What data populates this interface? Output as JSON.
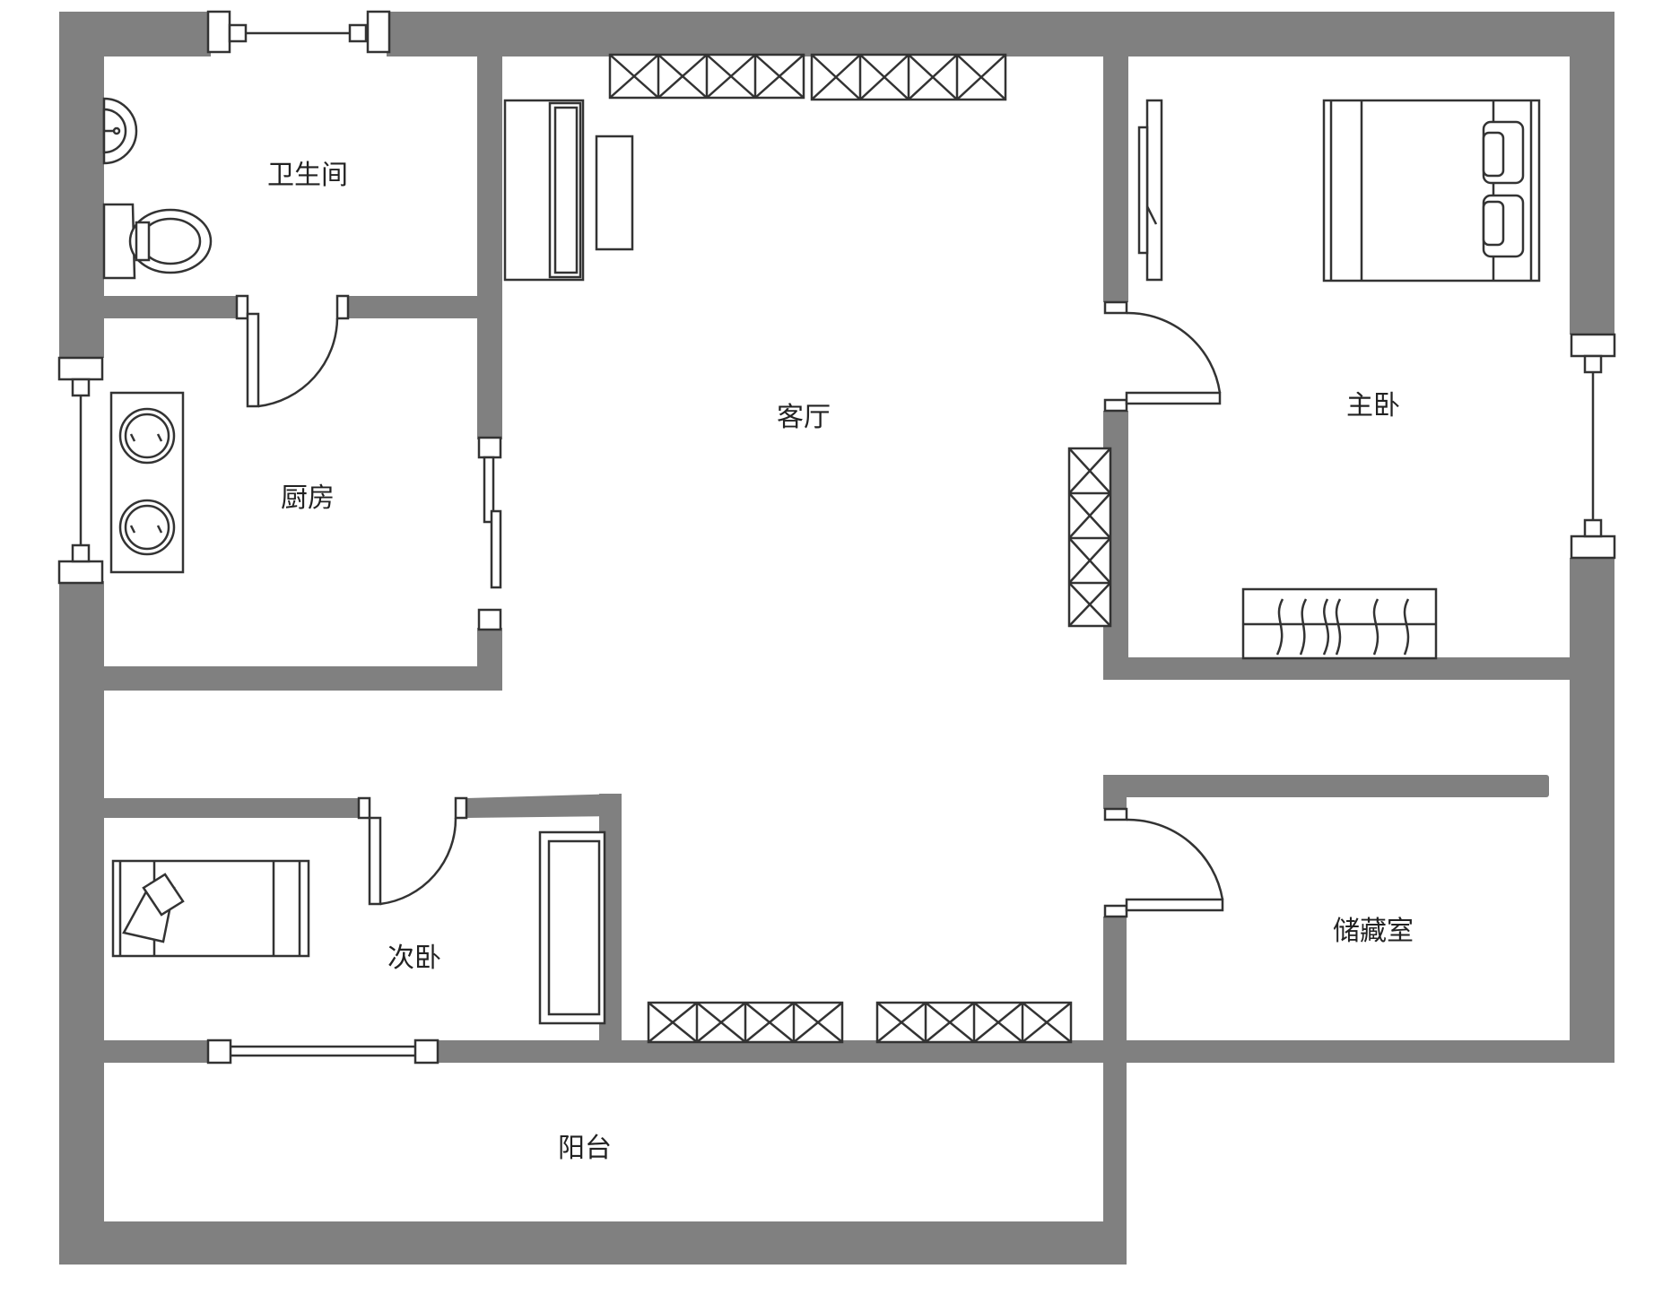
{
  "colors": {
    "wall": "#808080",
    "line": "#333333",
    "background": "#ffffff"
  },
  "rooms": {
    "bathroom": "卫生间",
    "kitchen": "厨房",
    "living_room": "客厅",
    "master_bedroom": "主卧",
    "second_bedroom": "次卧",
    "storage_room": "储藏室",
    "balcony": "阳台"
  }
}
